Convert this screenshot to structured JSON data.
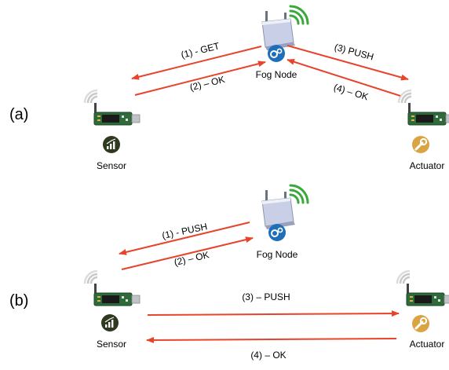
{
  "panel_a": {
    "label": "(a)",
    "fog_node_label": "Fog Node",
    "sensor_label": "Sensor",
    "actuator_label": "Actuator",
    "msg1": "(1) - GET",
    "msg2": "(2) – OK",
    "msg3": "(3) PUSH",
    "msg4": "(4) – OK"
  },
  "panel_b": {
    "label": "(b)",
    "fog_node_label": "Fog Node",
    "sensor_label": "Sensor",
    "actuator_label": "Actuator",
    "msg1": "(1) - PUSH",
    "msg2": "(2) – OK",
    "msg3": "(3) – PUSH",
    "msg4": "(4) – OK"
  },
  "icons": {
    "router": "router-icon",
    "gear": "gear-badge-icon",
    "chart": "chart-badge-icon",
    "wrench": "wrench-badge-icon",
    "board": "sensor-board-icon"
  },
  "colors": {
    "arrow": "#e8432b",
    "gear_badge": "#1f6fb8",
    "chart_badge": "#2e3a1f",
    "wrench_badge": "#d9a441",
    "board": "#2f6b3a",
    "signal": "#3aa83a"
  }
}
